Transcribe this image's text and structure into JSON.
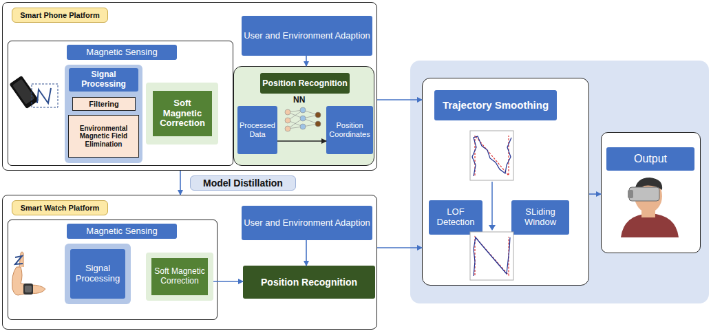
{
  "diagram": {
    "nodes": [
      {
        "text": [
          "Smart Phone Platform"
        ]
      },
      {
        "text": [
          "Magnetic Sensing"
        ],
        "in": 0
      },
      {
        "text": [
          "Signal Processing"
        ],
        "in": 1
      },
      {
        "text": [
          "Filtering"
        ],
        "in": 2
      },
      {
        "text": [
          "Environmental Magnetic Field Elimination"
        ],
        "in": 2
      },
      {
        "text": [
          "Soft Magnetic Correction"
        ],
        "in": 1
      },
      {
        "text": [
          "User and Environment Adaption"
        ],
        "in": 0
      },
      {
        "text": [
          "Position Recognition"
        ],
        "in": 0
      },
      {
        "text": [
          "Processed Data"
        ],
        "in": 7
      },
      {
        "text": [
          "Position Coordinates"
        ],
        "in": 7
      },
      {
        "text": [
          "Smart Watch Platform"
        ]
      },
      {
        "text": [
          "Magnetic Sensing"
        ],
        "in": 10
      },
      {
        "text": [
          "Signal Processing"
        ],
        "in": 11
      },
      {
        "text": [
          "Soft Magnetic Correction"
        ],
        "in": 11
      },
      {
        "text": [
          "User and Environment Adaption"
        ],
        "in": 10
      },
      {
        "text": [
          "Position Recognition"
        ],
        "in": 10
      },
      {
        "text": [
          "Trajectory Smoothing"
        ]
      },
      {
        "text": [
          "LOF Detection"
        ],
        "in": 16
      },
      {
        "text": [
          "SLiding Window"
        ],
        "in": 16
      },
      {
        "text": [
          "Output"
        ]
      }
    ],
    "edges": [
      {
        "from": 6,
        "to": 7,
        "arrow": "to"
      },
      {
        "from": 8,
        "to": 9,
        "arrow": "to"
      },
      {
        "from": 0,
        "to": 10,
        "label": "Model Distillation",
        "arrow": "to"
      },
      {
        "from": 14,
        "to": 15,
        "arrow": "to"
      },
      {
        "from": 13,
        "to": 15,
        "arrow": "to"
      },
      {
        "from": 0,
        "to": 16,
        "arrow": "to"
      },
      {
        "from": 10,
        "to": 16,
        "arrow": "to"
      },
      {
        "from": 16,
        "to": 19,
        "arrow": "to"
      }
    ],
    "labels": [
      "NN"
    ]
  }
}
